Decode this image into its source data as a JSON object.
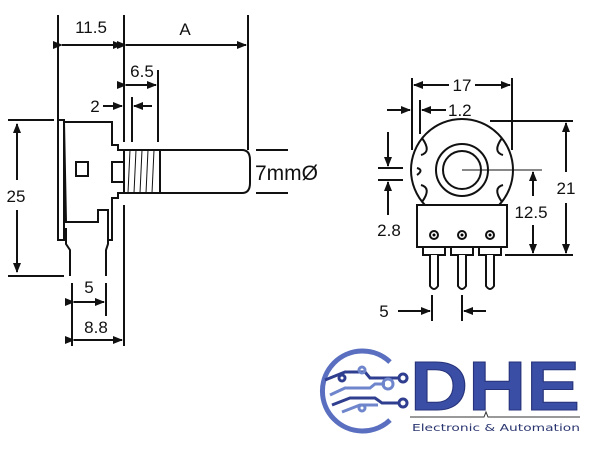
{
  "side_view": {
    "dim_body_depth": "11.5",
    "dim_shaft_length": "A",
    "dim_bushing": "6.5",
    "dim_flange": "2",
    "dim_shaft_diameter": "7mmØ",
    "dim_height": "25",
    "dim_pin_spacing": "5",
    "dim_pin_offset": "8.8"
  },
  "front_view": {
    "dim_width": "17",
    "dim_edge": "1.2",
    "dim_total_height": "21",
    "dim_center_height": "12.5",
    "dim_key": "2.8",
    "dim_pin_pitch": "5"
  },
  "logo": {
    "brand": "DHE",
    "tagline": "Electronic & Automation",
    "color": "#3b4ea6"
  }
}
